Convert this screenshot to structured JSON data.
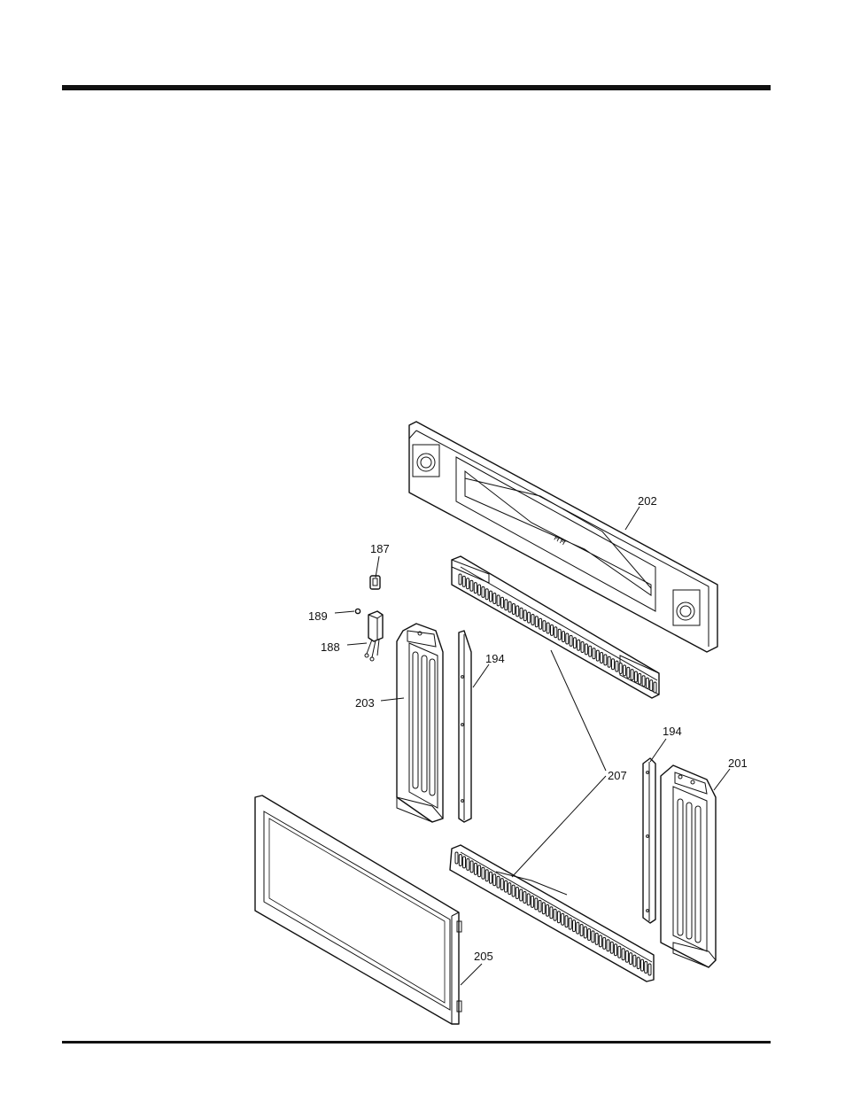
{
  "callouts": {
    "c187": "187",
    "c189": "189",
    "c188": "188",
    "c203": "203",
    "c194a": "194",
    "c202": "202",
    "c207": "207",
    "c194b": "194",
    "c201": "201",
    "c205": "205"
  }
}
